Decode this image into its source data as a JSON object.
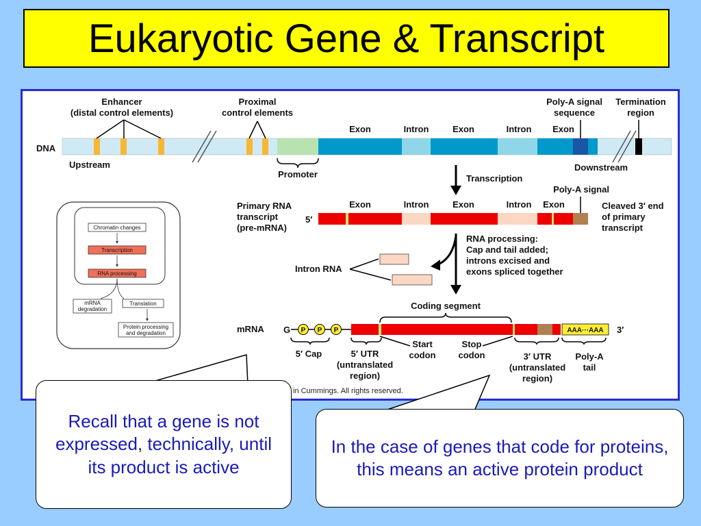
{
  "slide": {
    "title": "Eukaryotic Gene & Transcript"
  },
  "diagram": {
    "dna": {
      "label": "DNA",
      "enhancer": "Enhancer",
      "enhancer_sub": "(distal control elements)",
      "proximal": "Proximal",
      "proximal_sub": "control elements",
      "exon": "Exon",
      "intron": "Intron",
      "poly_a_signal_seq": "Poly-A signal",
      "poly_a_signal_seq2": "sequence",
      "termination": "Termination",
      "termination2": "region",
      "upstream": "Upstream",
      "downstream": "Downstream",
      "promoter": "Promoter"
    },
    "transcription": "Transcription",
    "pre_mrna": {
      "label1": "Primary RNA",
      "label2": "transcript",
      "label3": "(pre-mRNA)",
      "five_prime": "5′",
      "poly_a_signal": "Poly-A signal",
      "cleaved1": "Cleaved 3′ end",
      "cleaved2": "of primary",
      "cleaved3": "transcript"
    },
    "processing": {
      "line1": "RNA processing:",
      "line2": "Cap and tail added;",
      "line3": "introns excised and",
      "line4": "exons spliced together",
      "intron_rna": "Intron RNA"
    },
    "mrna": {
      "label": "mRNA",
      "g": "G",
      "p": "P",
      "coding_segment": "Coding segment",
      "poly_a_seq": "AAA···AAA",
      "three_prime": "3′",
      "five_cap": "5′ Cap",
      "utr5_1": "5′ UTR",
      "utr5_2": "(untranslated",
      "utr5_3": "region)",
      "start1": "Start",
      "start2": "codon",
      "stop1": "Stop",
      "stop2": "codon",
      "utr3_1": "3′ UTR",
      "utr3_2": "(untranslated",
      "utr3_3": "region)",
      "tail1": "Poly-A",
      "tail2": "tail"
    },
    "inset": {
      "chromatin": "Chromatin changes",
      "transcription": "Transcription",
      "rna_processing": "RNA processing",
      "mrna_deg1": "mRNA",
      "mrna_deg2": "degradation",
      "translation": "Translation",
      "protein1": "Protein processing",
      "protein2": "and degradation"
    },
    "copyright": "in Cummings. All rights reserved."
  },
  "callouts": {
    "left": "Recall that a gene is not expressed, technically, until its product is active",
    "right": "In the case of genes that code for proteins, this means an active protein product"
  },
  "colors": {
    "background": "#99ccff",
    "title_bg": "#ffff00",
    "callout_text": "#1a1ab8",
    "dna_light": "#cfeaf5",
    "exon_dark": "#0099cc",
    "intron_light": "#8fd6e8",
    "rna_red": "#ee0000",
    "intron_rna": "#fbd7c4",
    "promoter": "#b8e2b0",
    "control": "#f7b733"
  }
}
